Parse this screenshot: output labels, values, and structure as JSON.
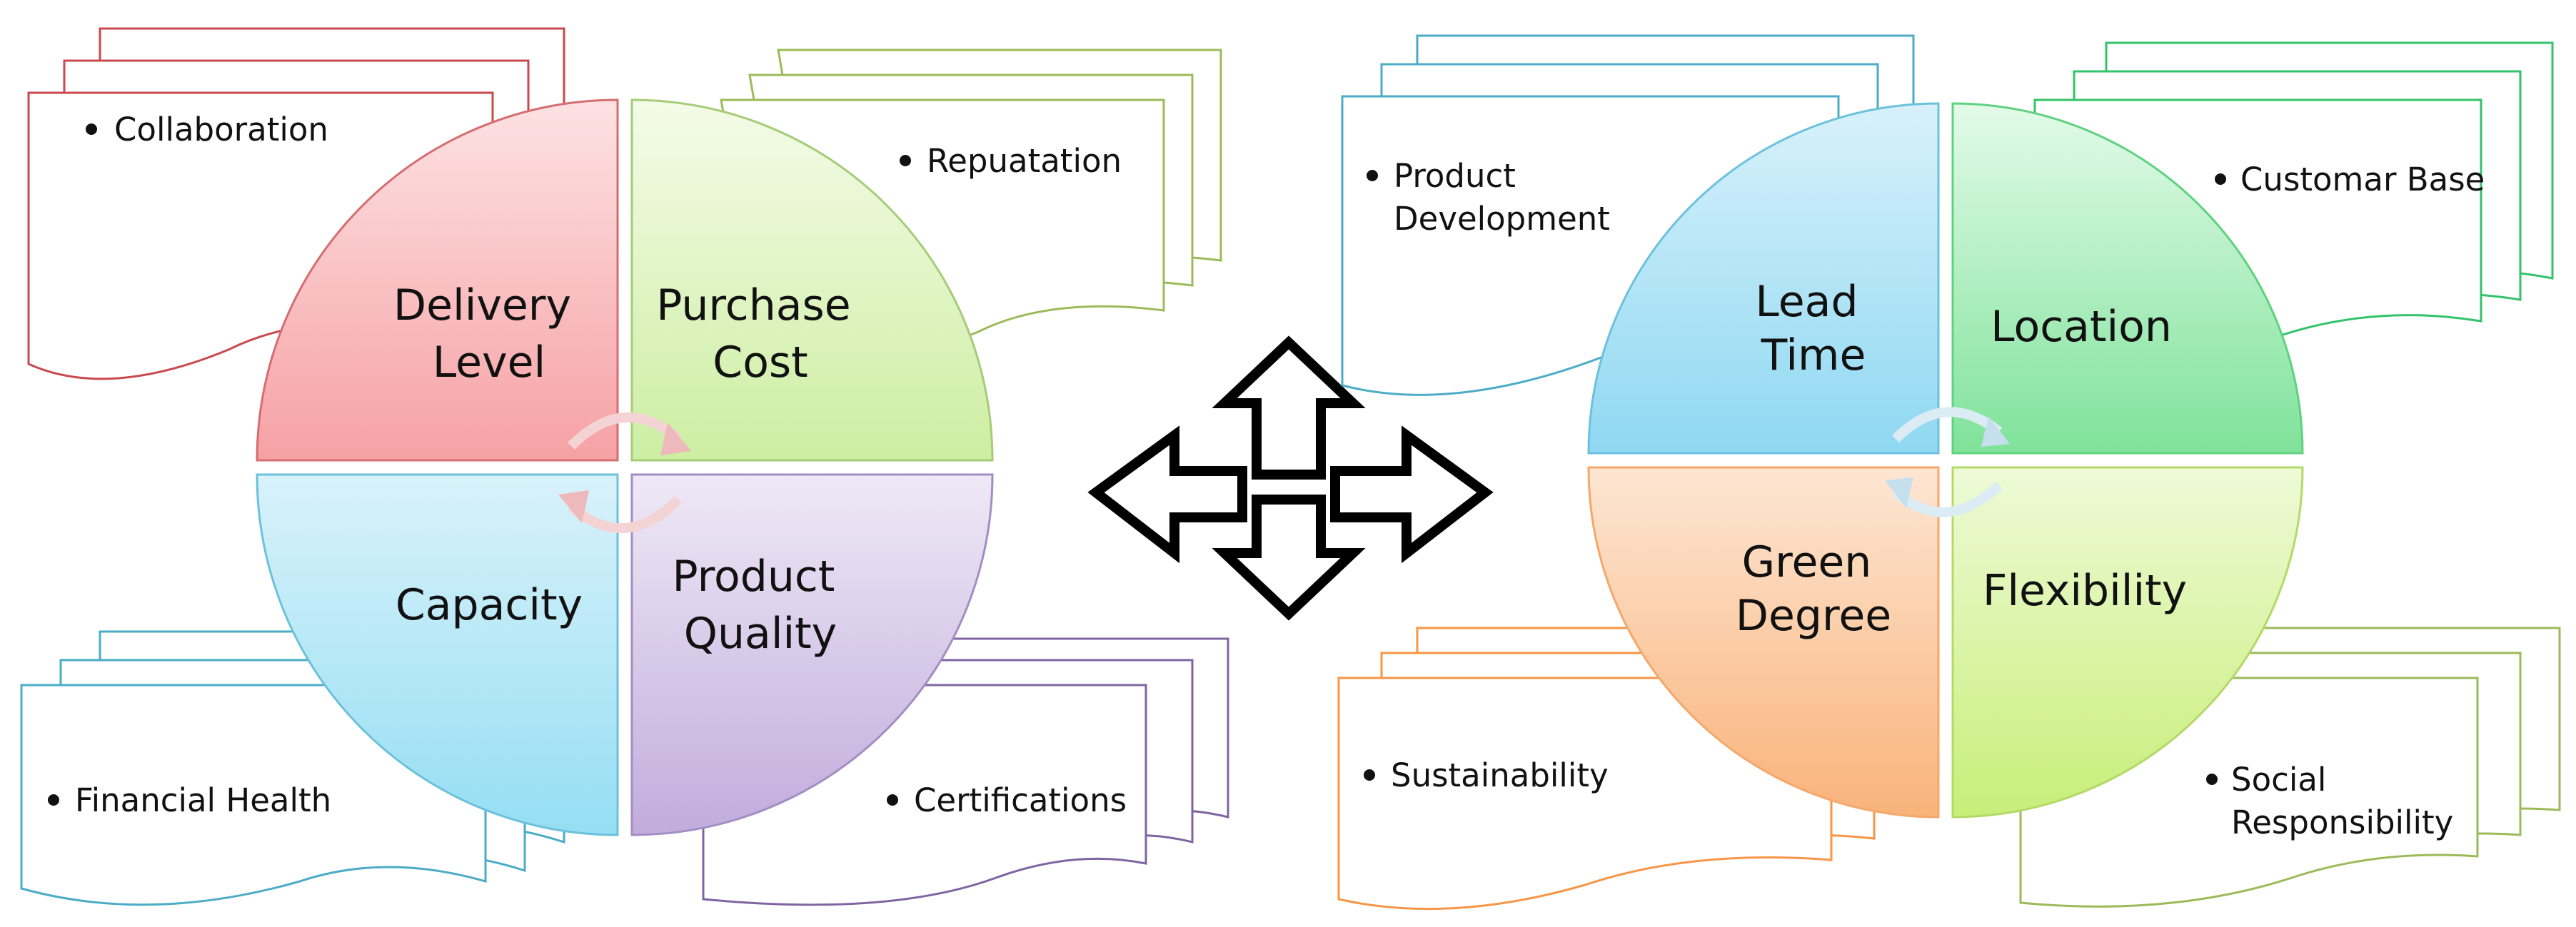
{
  "left_cycle": {
    "quadrants": {
      "top_left": {
        "lines": [
          "Delivery",
          "Level"
        ]
      },
      "top_right": {
        "lines": [
          "Purchase",
          "Cost"
        ]
      },
      "bottom_left": {
        "lines": [
          "Capacity"
        ]
      },
      "bottom_right": {
        "lines": [
          "Product",
          "Quality"
        ]
      }
    },
    "documents": {
      "top_left": {
        "lines": [
          "Collaboration"
        ]
      },
      "top_right": {
        "lines": [
          "Repuatation"
        ]
      },
      "bottom_left": {
        "lines": [
          "Financial Health"
        ]
      },
      "bottom_right": {
        "lines": [
          "Certifications"
        ]
      }
    }
  },
  "right_cycle": {
    "quadrants": {
      "top_left": {
        "lines": [
          "Lead",
          "Time"
        ]
      },
      "top_right": {
        "lines": [
          "Location"
        ]
      },
      "bottom_left": {
        "lines": [
          "Green",
          "Degree"
        ]
      },
      "bottom_right": {
        "lines": [
          "Flexibility"
        ]
      }
    },
    "documents": {
      "top_left": {
        "lines": [
          "Product",
          "Development"
        ]
      },
      "top_right": {
        "lines": [
          "Customar Base"
        ]
      },
      "bottom_left": {
        "lines": [
          "Sustainability"
        ]
      },
      "bottom_right": {
        "lines": [
          "Social",
          "Responsibility"
        ]
      }
    }
  },
  "colors": {
    "red": "#c9494e",
    "green": "#8cbf4a",
    "blue": "#45b3d2",
    "purple": "#8064a2",
    "orange": "#f79646",
    "lime": "#9bbb59",
    "teal_green": "#33c36a"
  }
}
